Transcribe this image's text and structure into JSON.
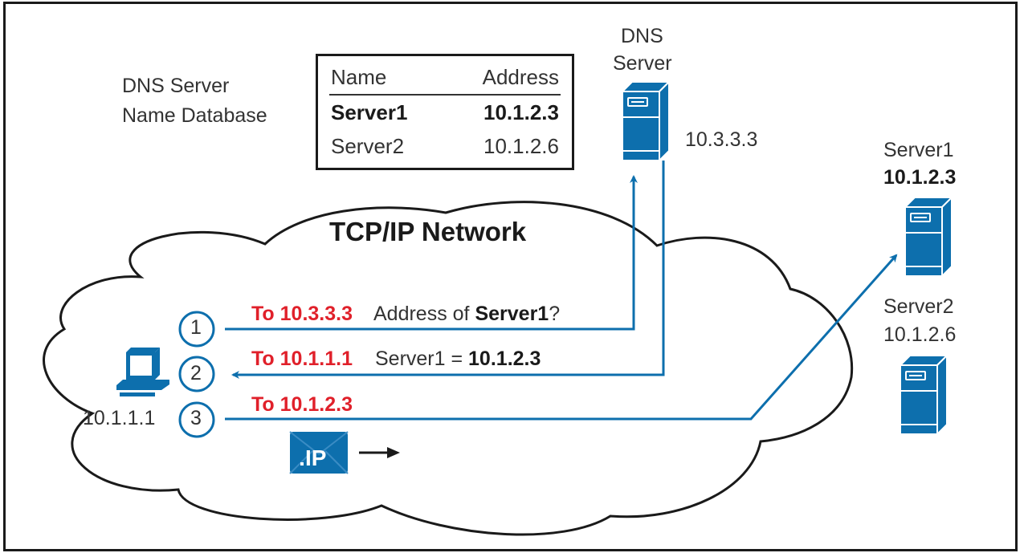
{
  "colors": {
    "accent_blue": "#0d6fad",
    "highlight_red": "#e0202a",
    "outline": "#1a1a1a"
  },
  "database": {
    "caption_line1": "DNS Server",
    "caption_line2": "Name Database",
    "headers": {
      "name": "Name",
      "address": "Address"
    },
    "rows": [
      {
        "name": "Server1",
        "address": "10.1.2.3",
        "emphasized": true
      },
      {
        "name": "Server2",
        "address": "10.1.2.6",
        "emphasized": false
      }
    ]
  },
  "dns_server": {
    "label_line1": "DNS",
    "label_line2": "Server",
    "ip": "10.3.3.3",
    "icon": "server-tower-icon"
  },
  "servers": [
    {
      "name": "Server1",
      "ip": "10.1.2.3",
      "ip_bold": true,
      "icon": "server-tower-icon"
    },
    {
      "name": "Server2",
      "ip": "10.1.2.6",
      "ip_bold": false,
      "icon": "server-tower-icon"
    }
  ],
  "network": {
    "title": "TCP/IP Network",
    "icon": "cloud-icon"
  },
  "client": {
    "ip": "10.1.1.1",
    "icon": "pc-workstation-icon"
  },
  "steps": [
    {
      "number": "1",
      "destination": "To 10.3.3.3",
      "message_prefix": "Address of ",
      "message_bold": "Server1",
      "message_suffix": "?"
    },
    {
      "number": "2",
      "destination": "To 10.1.1.1",
      "message_prefix": "Server1 = ",
      "message_bold": "10.1.2.3",
      "message_suffix": ""
    },
    {
      "number": "3",
      "destination": "To 10.1.2.3",
      "message_prefix": "",
      "message_bold": "",
      "message_suffix": ""
    }
  ],
  "packet": {
    "label": "IP",
    "icon": "ip-packet-envelope-icon",
    "direction_icon": "arrow-right-icon"
  }
}
